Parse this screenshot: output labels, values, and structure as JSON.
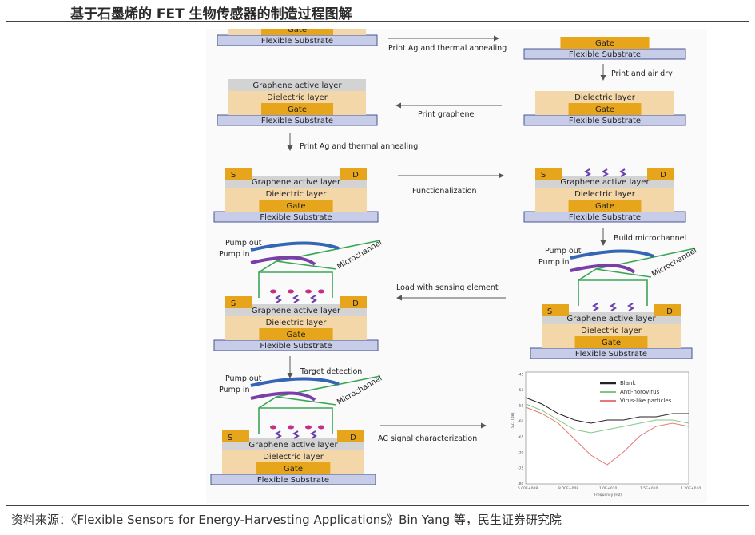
{
  "page": {
    "title": "基于石墨烯的 FET 生物传感器的制造过程图解",
    "source": "资料来源：《Flexible Sensors for Energy-Harvesting Applications》Bin Yang 等，民生证券研究院"
  },
  "layers": {
    "substrate": "Flexible Substrate",
    "gate": "Gate",
    "dielectric": "Dielectric layer",
    "graphene": "Graphene active layer",
    "source": "S",
    "drain": "D"
  },
  "labels": {
    "pump_out": "Pump out",
    "pump_in": "Pump in",
    "microchannel": "Microchannel"
  },
  "steps": {
    "print_ag_1": "Print Ag and thermal annealing",
    "print_air_dry": "Print and air dry",
    "print_graphene": "Print graphene",
    "print_ag_2": "Print Ag and thermal annealing",
    "functionalization": "Functionalization",
    "build_microchannel": "Build microchannel",
    "load_sensing": "Load with sensing element",
    "target_detection": "Target detection",
    "ac_signal": "AC signal characterization"
  },
  "colors": {
    "substrate": "#c7cde8",
    "substrate_stroke": "#4a5590",
    "gate": "#e6a51a",
    "dielectric": "#f4d7a8",
    "graphene": "#d3d3d3",
    "channel": "#3aa655",
    "pump_out": "#3565b5",
    "pump_in": "#7b3da8",
    "molecule": "#6b3fb0",
    "target": "#c2308a"
  },
  "chart_data": {
    "type": "line",
    "xlabel": "Frequency (Hz)",
    "ylabel": "S21 (dB)",
    "x_ticks": [
      "5.00E+008",
      "8.00E+008",
      "1.0E+010",
      "1.5E+010",
      "1.20E+010"
    ],
    "y_ticks": [
      "-45",
      "-50",
      "-55",
      "-60",
      "-65",
      "-70",
      "-75",
      "-80"
    ],
    "ylim": [
      -80,
      -45
    ],
    "legend_position": "top-right",
    "series": [
      {
        "name": "Blank",
        "color": "#222222",
        "y": [
          -53,
          -55,
          -58,
          -60,
          -61,
          -60,
          -60,
          -59,
          -59,
          -58,
          -58
        ]
      },
      {
        "name": "Anti-norovirus",
        "color": "#7fc97f",
        "y": [
          -55,
          -57,
          -60,
          -63,
          -64,
          -63,
          -62,
          -61,
          -60,
          -60,
          -61
        ]
      },
      {
        "name": "Virus-like particles",
        "color": "#e37a7a",
        "y": [
          -56,
          -58,
          -61,
          -66,
          -71,
          -74,
          -70,
          -65,
          -62,
          -61,
          -62
        ]
      }
    ]
  }
}
